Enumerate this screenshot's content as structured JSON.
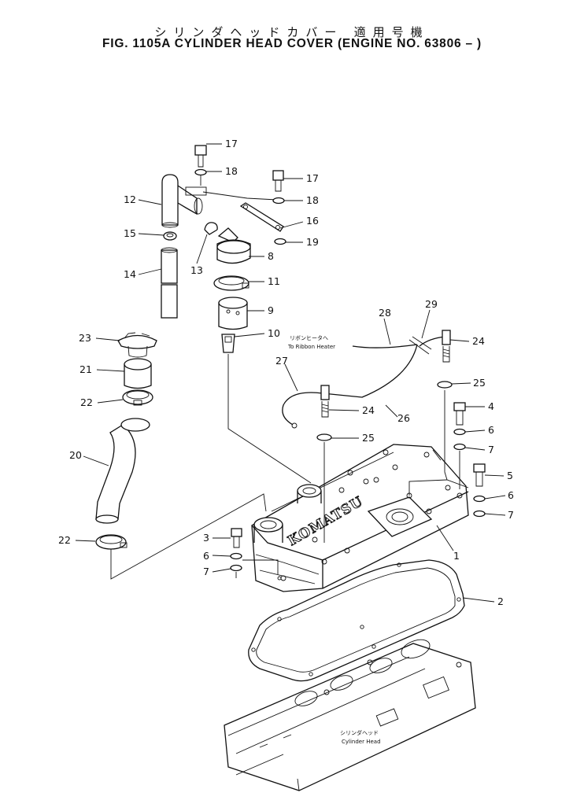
{
  "title": {
    "japanese": "シリンダヘッドカバー 適用号機",
    "english": "FIG. 1105A  CYLINDER HEAD COVER (ENGINE NO. 63806 – )"
  },
  "annotations": {
    "ribbon_heater_jp": "リボンヒータへ",
    "ribbon_heater_en": "To Ribbon Heater",
    "cylinder_head_jp": "シリンダヘッド",
    "cylinder_head_en": "Cylinder Head",
    "brand": "KOMATSU"
  },
  "callouts": {
    "c17a": "17",
    "c18a": "18",
    "c12": "12",
    "c17b": "17",
    "c18b": "18",
    "c16": "16",
    "c15": "15",
    "c19": "19",
    "c8": "8",
    "c13": "13",
    "c14": "14",
    "c11": "11",
    "c9": "9",
    "c10": "10",
    "c28": "28",
    "c29": "29",
    "c24a": "24",
    "c23": "23",
    "c21": "21",
    "c27": "27",
    "c25a": "25",
    "c22a": "22",
    "c4": "4",
    "c26": "26",
    "c24b": "24",
    "c6a": "6",
    "c25b": "25",
    "c7a": "7",
    "c20": "20",
    "c5": "5",
    "c6b": "6",
    "c7b": "7",
    "c3": "3",
    "c22b": "22",
    "c1": "1",
    "c6c": "6",
    "c7c": "7",
    "c2": "2"
  }
}
